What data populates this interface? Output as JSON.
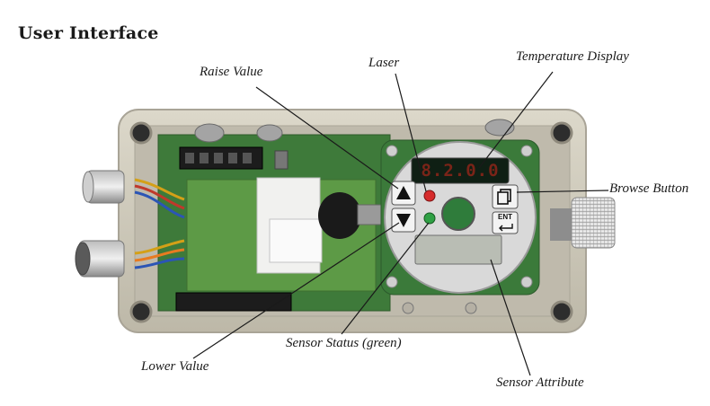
{
  "title": "User Interface",
  "callouts": {
    "raise_value": "Raise Value",
    "laser": "Laser",
    "temperature_display": "Temperature Display",
    "browse_button": "Browse Button",
    "lower_value": "Lower Value",
    "sensor_status": "Sensor Status (green)",
    "sensor_attribute": "Sensor Attribute"
  },
  "device": {
    "display_readout": "8.2.0.0",
    "enter_key_label": "ENT",
    "icons": [
      "raise-arrow-icon",
      "lower-arrow-icon",
      "browse-icon",
      "enter-icon"
    ],
    "colors": {
      "enclosure": "#cfcbbd",
      "pcb": "#3f7a3c",
      "laser_led": "#d62b2b",
      "status_led": "#2fa044",
      "faceplate": "#d8d8d8"
    }
  }
}
